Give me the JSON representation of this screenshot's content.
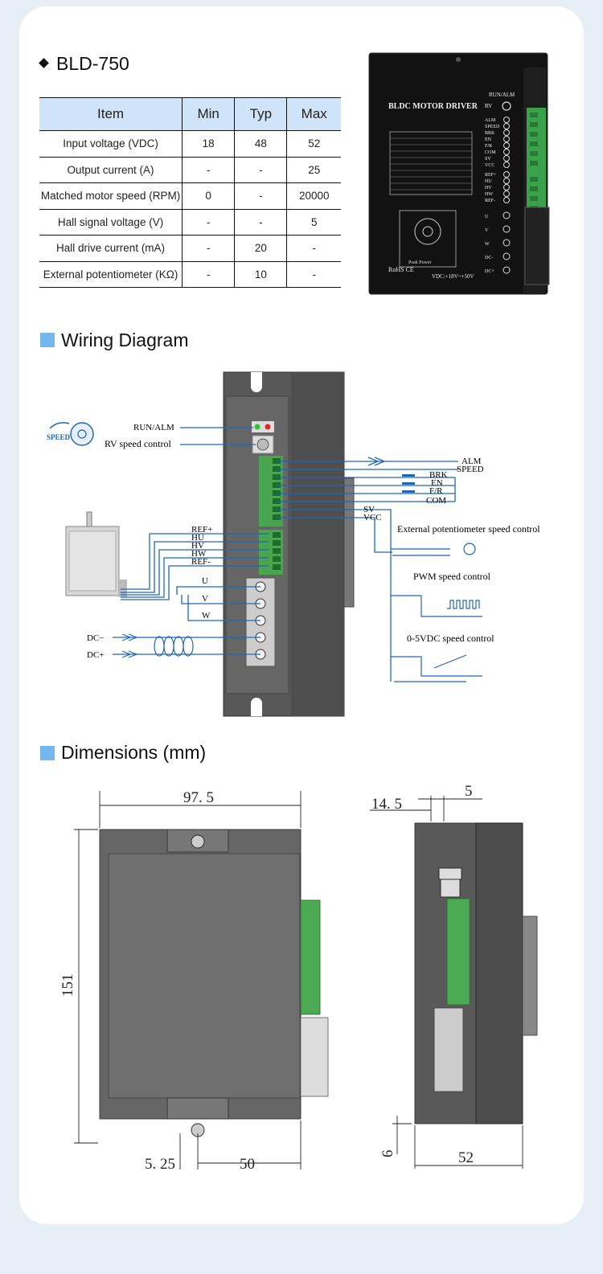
{
  "product": {
    "model": "BLD-750",
    "spec_table": {
      "headers": [
        "Item",
        "Min",
        "Typ",
        "Max"
      ],
      "rows": [
        [
          "Input voltage (VDC)",
          "18",
          "48",
          "52"
        ],
        [
          "Output current (A)",
          "-",
          "-",
          "25"
        ],
        [
          "Matched motor speed (RPM)",
          "0",
          "-",
          "20000"
        ],
        [
          "Hall signal voltage (V)",
          "-",
          "-",
          "5"
        ],
        [
          "Hall drive current (mA)",
          "-",
          "20",
          "-"
        ],
        [
          "External potentiometer (KΩ)",
          "-",
          "10",
          "-"
        ]
      ]
    },
    "photo": {
      "brand_text": "BLDC MOTOR DRIVER",
      "rohs": "RoHS CE",
      "voltage": "VDC:+18V~+50V",
      "dial_label": "Peak Power",
      "run_alm": "RUN/ALM",
      "rv": "RV",
      "terminals_signal": [
        "ALM",
        "SPEED",
        "BRK",
        "EN",
        "F/R",
        "COM",
        "SV",
        "VCC",
        "REF+",
        "HU",
        "HV",
        "HW",
        "REF-"
      ],
      "terminals_power": [
        "U",
        "V",
        "W",
        "DC-",
        "DC+"
      ]
    }
  },
  "wiring": {
    "title": "Wiring Diagram",
    "run_alm": "RUN/ALM",
    "rv_speed": "RV speed control",
    "speed_knob": "SPEED",
    "right_signals": [
      "ALM",
      "SPEED",
      "BRK",
      "EN",
      "F/R",
      "COM"
    ],
    "sv": "SV",
    "vcc": "VCC",
    "ext_pot": "External potentiometer speed control",
    "pwm": "PWM speed control",
    "vdc": "0-5VDC speed control",
    "hall_labels": [
      "REF+",
      "HU",
      "HV",
      "HW",
      "REF-"
    ],
    "phase_labels": [
      "U",
      "V",
      "W"
    ],
    "dc_minus": "DC−",
    "dc_plus": "DC+"
  },
  "dimensions": {
    "title": "Dimensions (mm)",
    "width": "97. 5",
    "height": "151",
    "hole_offset": "5. 25",
    "hole_spacing": "50",
    "side_offset": "14. 5",
    "slot_width": "5",
    "depth": "52",
    "bottom": "6"
  }
}
